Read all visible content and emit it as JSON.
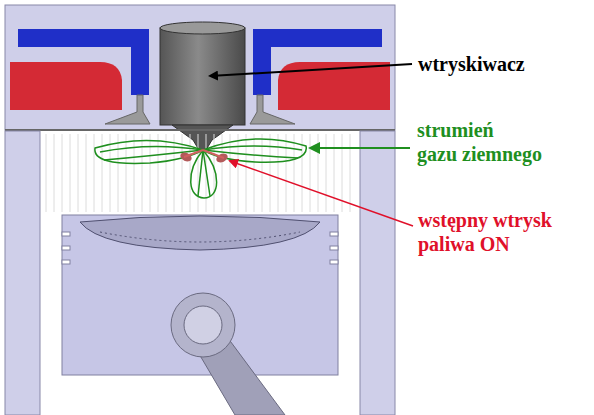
{
  "diagram": {
    "labels": [
      "wtryskiwacz",
      "strumień gazu ziemnego",
      "wstępny wtrysk paliwa ON"
    ]
  }
}
